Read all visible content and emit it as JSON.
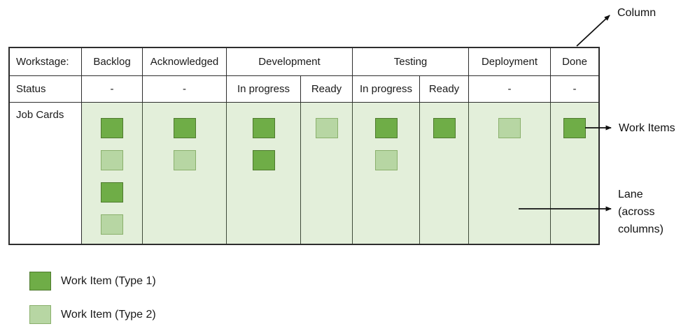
{
  "colors": {
    "work_item_type1_fill": "#6fad47",
    "work_item_type1_border": "#4e7a2d",
    "work_item_type2_fill": "#b7d6a3",
    "work_item_type2_border": "#8ab06c",
    "lane_background": "#e3efda",
    "table_border": "#2d2d2d",
    "arrow_color": "#111111",
    "text_color": "#1a1a1a"
  },
  "table": {
    "workstage_label": "Workstage:",
    "status_label": "Status",
    "job_cards_label": "Job Cards",
    "columns": [
      {
        "name": "Backlog",
        "statuses": [
          "-"
        ]
      },
      {
        "name": "Acknowledged",
        "statuses": [
          "-"
        ]
      },
      {
        "name": "Development",
        "statuses": [
          "In progress",
          "Ready"
        ]
      },
      {
        "name": "Testing",
        "statuses": [
          "In progress",
          "Ready"
        ]
      },
      {
        "name": "Deployment",
        "statuses": [
          "-"
        ]
      },
      {
        "name": "Done",
        "statuses": [
          "-"
        ]
      }
    ]
  },
  "lanes": [
    {
      "column": "Backlog",
      "status": "-",
      "items": [
        1,
        2,
        1,
        2
      ]
    },
    {
      "column": "Acknowledged",
      "status": "-",
      "items": [
        1,
        2
      ]
    },
    {
      "column": "Development",
      "status": "In progress",
      "items": [
        1,
        1
      ]
    },
    {
      "column": "Development",
      "status": "Ready",
      "items": [
        2
      ]
    },
    {
      "column": "Testing",
      "status": "In progress",
      "items": [
        1,
        2
      ]
    },
    {
      "column": "Testing",
      "status": "Ready",
      "items": [
        1
      ]
    },
    {
      "column": "Deployment",
      "status": "-",
      "items": [
        2
      ]
    },
    {
      "column": "Done",
      "status": "-",
      "items": [
        1
      ]
    }
  ],
  "annotations": {
    "column": "Column",
    "work_items": "Work Items",
    "lane": "Lane (across columns)"
  },
  "legend": [
    {
      "type": 1,
      "label": "Work Item (Type 1)"
    },
    {
      "type": 2,
      "label": "Work Item (Type 2)"
    }
  ]
}
